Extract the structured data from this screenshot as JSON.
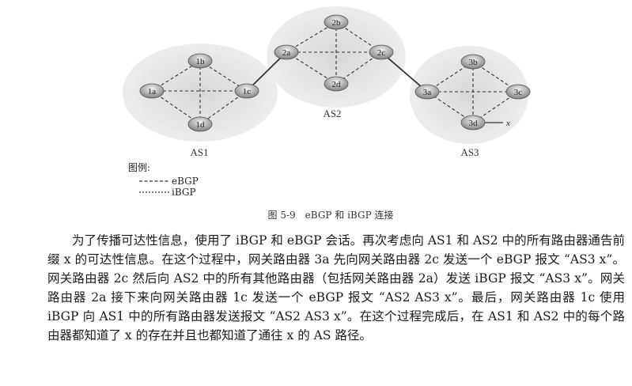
{
  "figure": {
    "as_labels": [
      "AS1",
      "AS2",
      "AS3"
    ],
    "routers": {
      "r1a": "1a",
      "r1b": "1b",
      "r1c": "1c",
      "r1d": "1d",
      "r2a": "2a",
      "r2b": "2b",
      "r2c": "2c",
      "r2d": "2d",
      "r3a": "3a",
      "r3b": "3b",
      "r3c": "3c",
      "r3d": "3d"
    },
    "prefix_label": "x",
    "legend": {
      "title": "图例:",
      "ebgp": "eBGP",
      "ibgp": "iBGP"
    },
    "caption": "图 5-9　eBGP 和 iBGP 连接"
  },
  "body": {
    "paragraph": "为了传播可达性信息，使用了 iBGP 和 eBGP 会话。再次考虑向 AS1 和 AS2 中的所有路由器通告前缀 x 的可达性信息。在这个过程中，网关路由器 3a 先向网关路由器 2c 发送一个 eBGP 报文 “AS3 x”。网关路由器 2c 然后向 AS2 中的所有其他路由器（包括网关路由器 2a）发送 iBGP 报文 “AS3 x”。网关路由器 2a 接下来向网关路由器 1c 发送一个 eBGP 报文 “AS2 AS3 x”。最后，网关路由器 1c 使用 iBGP 向 AS1 中的所有路由器发送报文 “AS2 AS3 x”。在这个过程完成后，在 AS1 和 AS2 中的每个路由器都知道了 x 的存在并且也都知道了通往 x 的 AS 路径。"
  }
}
